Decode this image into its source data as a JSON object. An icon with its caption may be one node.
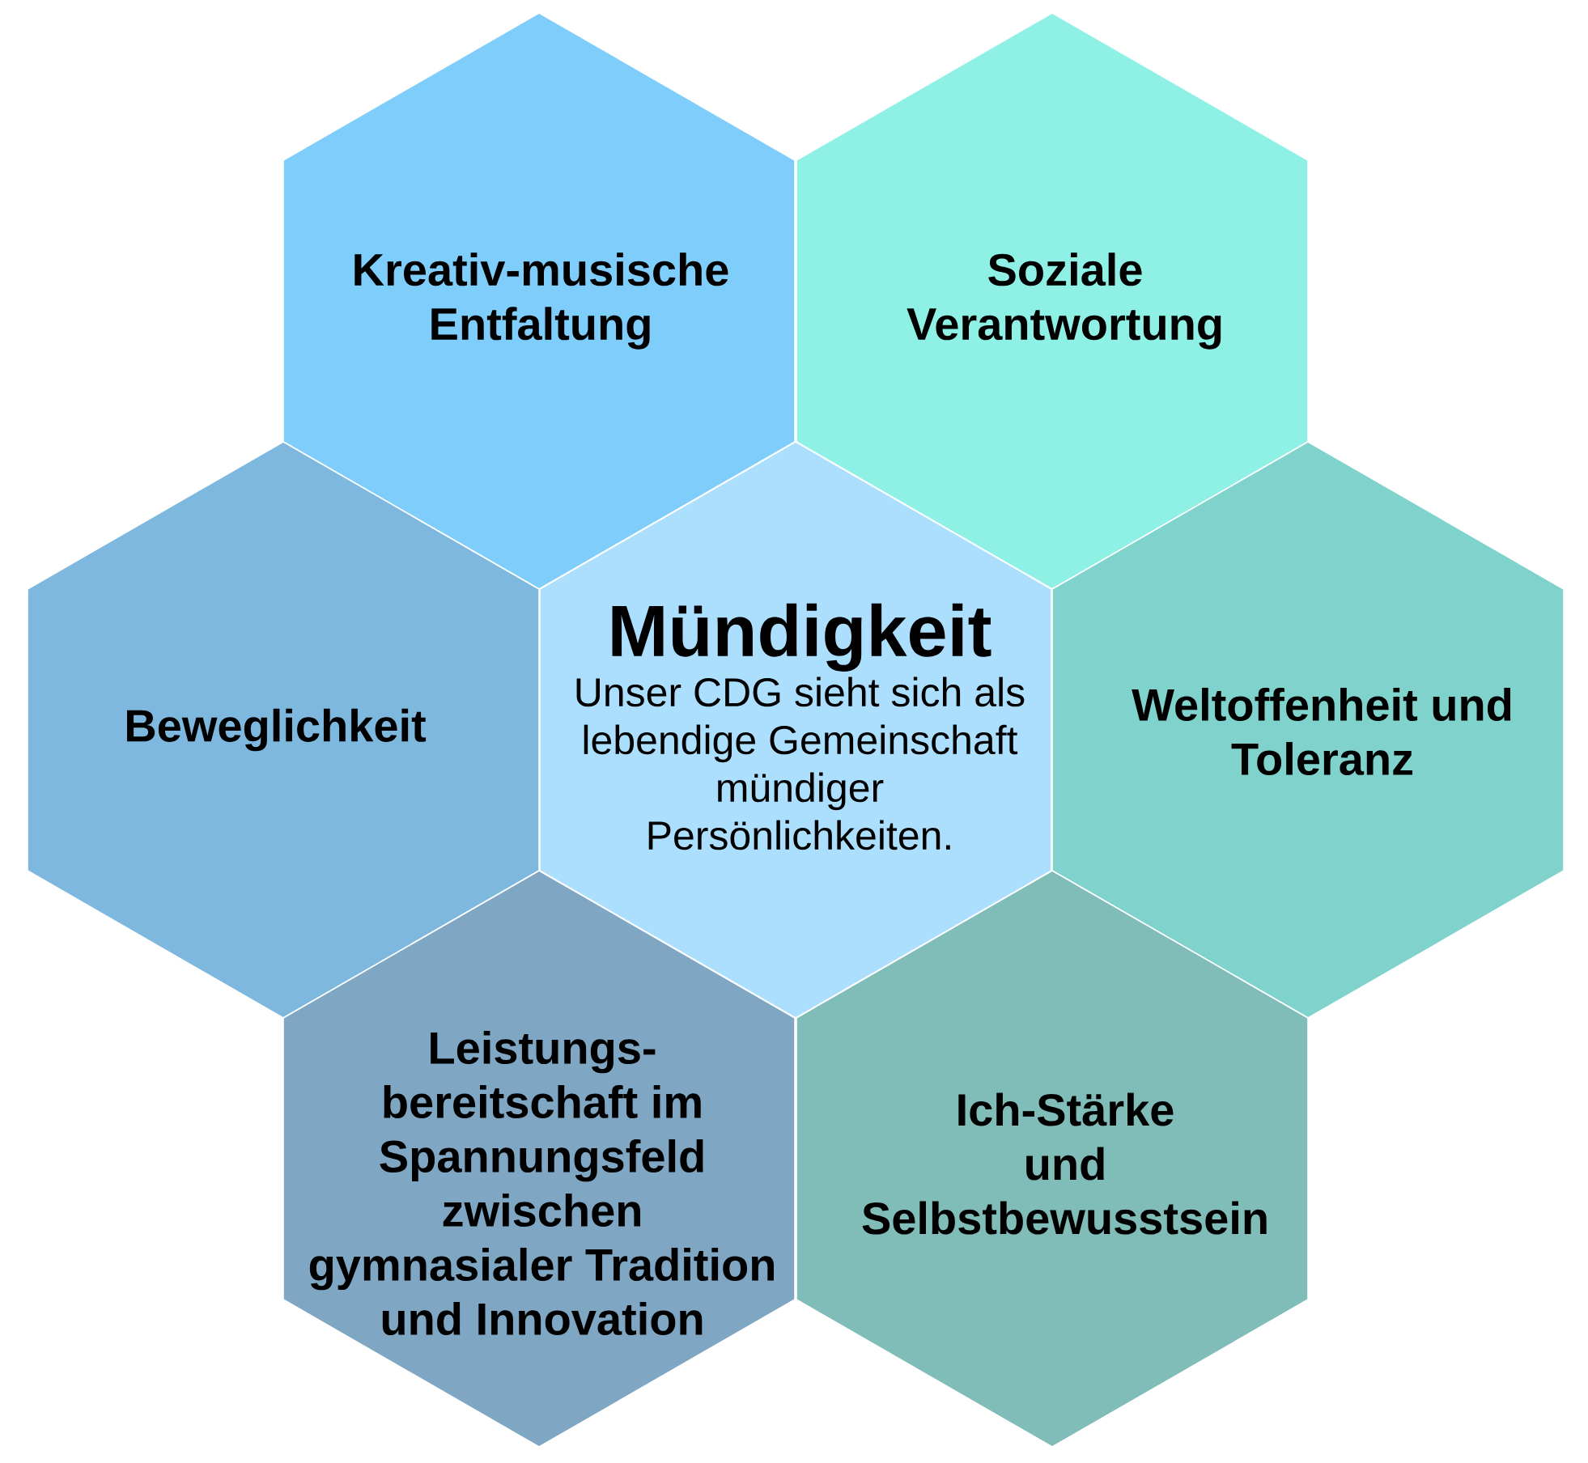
{
  "diagram": {
    "nodes": [
      {
        "text": [
          "Kreativ-musische Entfaltung"
        ]
      },
      {
        "text": [
          "Soziale Verantwortung"
        ]
      },
      {
        "text": [
          "Beweglichkeit"
        ]
      },
      {
        "text": [
          "Mündigkeit",
          "Unser CDG sieht sich als lebendige Gemeinschaft mündiger Persönlichkeiten."
        ]
      },
      {
        "text": [
          "Weltoffenheit und Toleranz"
        ]
      },
      {
        "text": [
          "Leistungs- bereitschaft im Spannungsfeld zwischen gymnasialer Tradition und Innovation"
        ]
      },
      {
        "text": [
          "Ich-Stärke und Selbstbewusstsein"
        ]
      }
    ]
  }
}
